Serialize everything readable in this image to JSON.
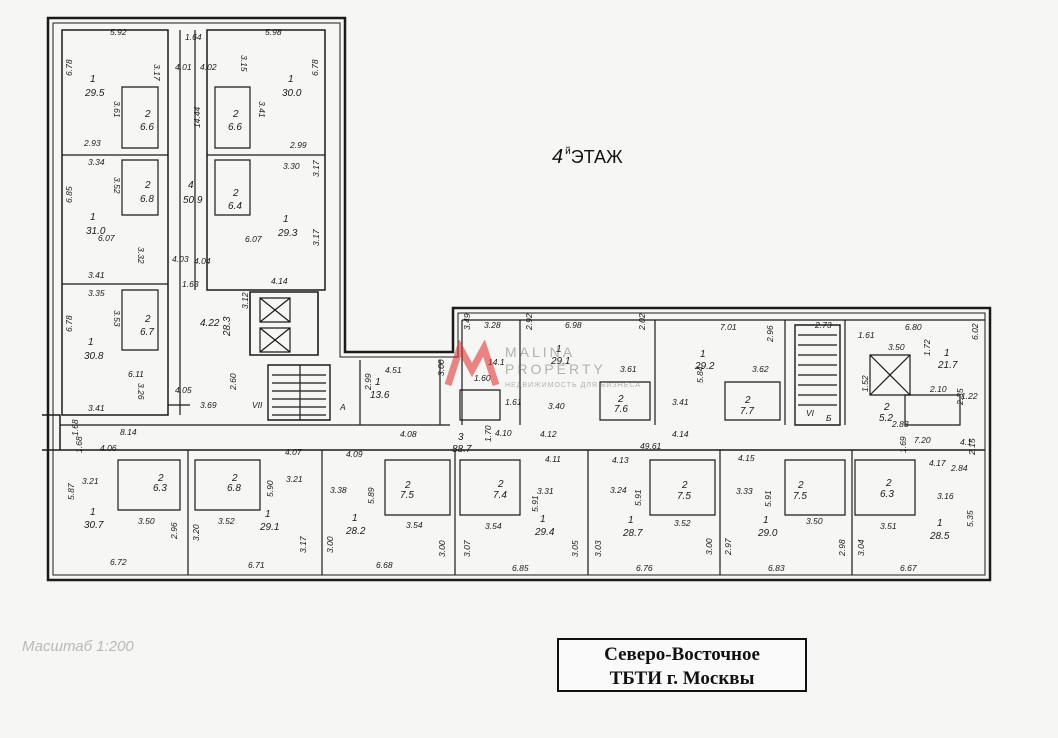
{
  "floor_label": {
    "number": "4",
    "suffix": "й",
    "text": "ЭТАЖ"
  },
  "scale_label": "Масштаб 1:200",
  "bti_stamp": {
    "line1": "Северо-Восточное",
    "line2": "ТБТИ г. Москвы"
  },
  "watermark": {
    "brand_line1": "MALINA",
    "brand_line2": "PROPERTY",
    "tagline": "НЕДВИЖИМОСТЬ ДЛЯ БИЗНЕСА"
  },
  "rooms": {
    "r1": {
      "num": "1",
      "area": "29.5"
    },
    "r1b": {
      "num": "1",
      "area": "30.0"
    },
    "r1c": {
      "num": "1",
      "area": "31.0"
    },
    "r1d": {
      "num": "1",
      "area": "29.3"
    },
    "r1e": {
      "num": "1",
      "area": "30.8"
    },
    "corr_top": {
      "num": "4",
      "area": "50.9"
    },
    "ws1": {
      "num": "2",
      "area": "6.6"
    },
    "ws2": {
      "num": "2",
      "area": "6.6"
    },
    "ws3": {
      "num": "2",
      "area": "6.8"
    },
    "ws4": {
      "num": "2",
      "area": "6.4"
    },
    "ws5": {
      "num": "2",
      "area": "6.7"
    },
    "lift_hall": {
      "num": "4.22",
      "area": "28.3"
    },
    "east1": {
      "num": "1",
      "area": "13.6"
    },
    "east2": {
      "num": "1",
      "area": "29.1"
    },
    "east2ws": {
      "num": "2",
      "area": "7.6"
    },
    "east3": {
      "num": "1",
      "area": "29.2"
    },
    "east3ws": {
      "num": "2",
      "area": "7.7"
    },
    "east4": {
      "num": "1",
      "area": "21.7"
    },
    "east4ws": {
      "num": "2",
      "area": "5.2"
    },
    "wc_small": {
      "num": "1.60",
      "area": "14.1"
    },
    "corridor": {
      "num": "3",
      "area": "88.7"
    },
    "s1": {
      "num": "1",
      "area": "30.7"
    },
    "s1ws": {
      "num": "2",
      "area": "6.3"
    },
    "s2": {
      "num": "1",
      "area": "29.1"
    },
    "s2ws": {
      "num": "2",
      "area": "6.8"
    },
    "s3": {
      "num": "1",
      "area": "28.2"
    },
    "s3ws": {
      "num": "2",
      "area": "7.5"
    },
    "s4": {
      "num": "1",
      "area": "29.4"
    },
    "s4ws": {
      "num": "2",
      "area": "7.4"
    },
    "s5": {
      "num": "1",
      "area": "28.7"
    },
    "s5ws": {
      "num": "2",
      "area": "7.5"
    },
    "s6": {
      "num": "1",
      "area": "29.0"
    },
    "s6ws": {
      "num": "2",
      "area": "7.5"
    },
    "s7": {
      "num": "1",
      "area": "28.5"
    },
    "s7ws": {
      "num": "2",
      "area": "6.3"
    }
  },
  "dims": {
    "d1": "5.92",
    "d2": "1.64",
    "d3": "5.98",
    "d4": "3.17",
    "d5": "4.01",
    "d6": "4.02",
    "d7": "3.15",
    "d8": "6.78",
    "d9": "6.78",
    "d10": "3.61",
    "d11": "3.41",
    "d12": "2.93",
    "d13": "2.99",
    "d14": "14.44",
    "d15": "3.34",
    "d16": "3.30",
    "d17": "3.52",
    "d18": "3.17",
    "d19": "6.85",
    "d20": "6.07",
    "d21": "6.07",
    "d22": "3.32",
    "d23": "4.03",
    "d24": "4.04",
    "d25": "3.17",
    "d26": "3.41",
    "d27": "4.14",
    "d28": "1.63",
    "d29": "3.35",
    "d30": "3.53",
    "d31": "6.78",
    "d32": "6.11",
    "d33": "3.26",
    "d34": "4.05",
    "d35": "3.41",
    "d36": "3.69",
    "d37": "2.60",
    "d38": "8.14",
    "d39": "3.12",
    "d40": "4.51",
    "d41": "3.00",
    "d42": "2.99",
    "d43": "3.28",
    "d44": "3.49",
    "d45": "6.98",
    "d46": "2.92",
    "d47": "2.02",
    "d48": "3.61",
    "d49": "3.40",
    "d50": "3.41",
    "d51": "5.84",
    "d52": "7.01",
    "d53": "2.96",
    "d54": "3.62",
    "d55": "2.73",
    "d56": "1.61",
    "d57": "6.80",
    "d58": "3.50",
    "d59": "1.72",
    "d60": "6.02",
    "d61": "2.10",
    "d62": "1.22",
    "d63": "2.35",
    "d64": "1.52",
    "d65": "2.83",
    "d66": "7.20",
    "d67": "4.08",
    "d68": "4.10",
    "d69": "4.12",
    "d70": "4.14",
    "d71": "49.61",
    "d72": "1.70",
    "d73": "1.61",
    "d74": "1.68",
    "d75": "4.06",
    "d76": "4.07",
    "d77": "4.09",
    "d78": "4.11",
    "d79": "4.13",
    "d80": "4.15",
    "d81": "4.17",
    "d82": "2.84",
    "d83": "1.69",
    "d84": "2.15",
    "d85": "4.1",
    "d86": "5.87",
    "d87": "3.21",
    "d88": "3.50",
    "d89": "2.96",
    "d90": "3.20",
    "d91": "3.52",
    "d92": "5.90",
    "d93": "3.17",
    "d94": "3.00",
    "d95": "3.38",
    "d96": "5.89",
    "d97": "3.54",
    "d98": "3.00",
    "d99": "3.07",
    "d100": "3.54",
    "d101": "5.91",
    "d102": "3.31",
    "d103": "3.05",
    "d104": "3.03",
    "d105": "3.24",
    "d106": "5.91",
    "d107": "3.52",
    "d108": "3.00",
    "d109": "2.97",
    "d110": "3.33",
    "d111": "5.91",
    "d112": "3.50",
    "d113": "2.98",
    "d114": "3.04",
    "d115": "3.51",
    "d116": "3.16",
    "d117": "5.35",
    "d118": "6.72",
    "d119": "6.71",
    "d120": "6.68",
    "d121": "6.85",
    "d122": "6.76",
    "d123": "6.83",
    "d124": "6.67",
    "d125": "1.68",
    "d126": "3.21"
  },
  "markers": {
    "vii": "VII",
    "a": "А",
    "vi": "VI",
    "b": "Б"
  }
}
